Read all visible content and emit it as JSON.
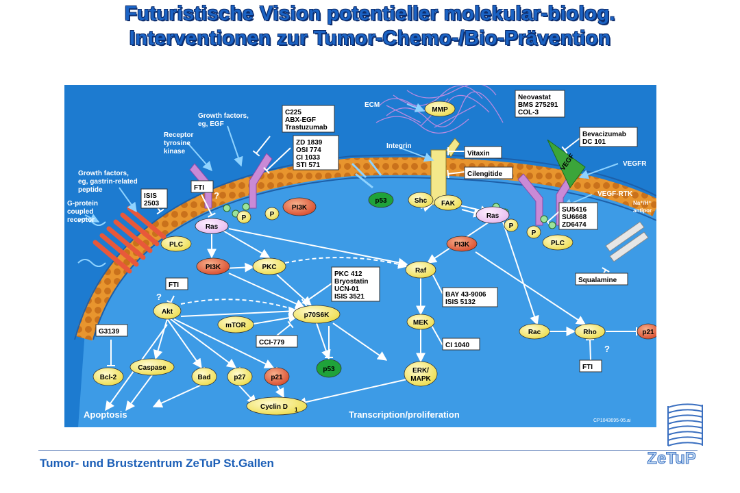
{
  "title": {
    "line1": "Futuristische Vision potentieller molekular-biolog.",
    "line2": "Interventionen zur Tumor-Chemo-/Bio-Prävention"
  },
  "footer": {
    "institution": "Tumor- und Brustzentrum ZeTuP St.Gallen"
  },
  "logo": {
    "text": "ZeTuP"
  },
  "diagram": {
    "labels": {
      "ecm": "ECM",
      "growth_factors_1": "Growth factors,",
      "growth_factors_2": "eg, EGF",
      "receptor_1": "Receptor",
      "receptor_2": "tyrosine",
      "receptor_3": "kinase",
      "gf_gastrin_1": "Growth factors,",
      "gf_gastrin_2": "eg, gastrin-related",
      "gf_gastrin_3": "peptide",
      "gpcr_1": "G-protein",
      "gpcr_2": "coupled",
      "gpcr_3": "receptor",
      "integrin": "Integrin",
      "vegfr": "VEGFR",
      "vegf_rtk": "VEGF-RTK",
      "antiport_1": "Na⁺/H⁺",
      "antiport_2": "antipor",
      "apoptosis": "Apoptosis",
      "transcription": "Transcription/proliferation",
      "code": "CP1043695-05.ai",
      "q1": "?",
      "q2": "?",
      "q3": "?"
    },
    "drug_boxes": {
      "mmp_inhib": [
        "Neovastat",
        "BMS 275291",
        "COL-3"
      ],
      "egfr_ab": [
        "C225",
        "ABX-EGF",
        "Trastuzumab"
      ],
      "egfr_tki": [
        "ZD 1839",
        "OSI 774",
        "CI 1033",
        "STI 571"
      ],
      "vitaxin": [
        "Vitaxin"
      ],
      "cilengitide": [
        "Cilengitide"
      ],
      "vegf_ab": [
        "Bevacizumab",
        "DC 101"
      ],
      "vegf_tki": [
        "SU5416",
        "SU6668",
        "ZD6474"
      ],
      "fti_1": [
        "FTI"
      ],
      "isis2503": [
        "ISIS",
        "2503"
      ],
      "pkc_inhib": [
        "PKC 412",
        "Bryostatin",
        "UCN-01",
        "ISIS 3521"
      ],
      "raf_inhib": [
        "BAY 43-9006",
        "ISIS 5132"
      ],
      "mek_inhib": [
        "CI 1040"
      ],
      "fti_2": [
        "FTI"
      ],
      "cci779": [
        "CCI-779"
      ],
      "g3139": [
        "G3139"
      ],
      "squalamine": [
        "Squalamine"
      ],
      "fti_3": [
        "FTI"
      ]
    },
    "nodes": {
      "mmp": "MMP",
      "ras1": "Ras",
      "plc1": "PLC",
      "pi3k1": "PI3K",
      "pkc": "PKC",
      "p_a": "P",
      "p_b": "P",
      "p_c": "P",
      "p_d": "P",
      "pi3k_r": "PI3K",
      "p53a": "p53",
      "shc": "Shc",
      "fak": "FAK",
      "ras2": "Ras",
      "pi3k2": "PI3K",
      "plc2": "PLC",
      "raf": "Raf",
      "mek": "MEK",
      "erk": "ERK/",
      "erk2": "MAPK",
      "akt": "Akt",
      "mtor": "mTOR",
      "p70": "p70S6K",
      "p53b": "p53",
      "caspase": "Caspase",
      "bad": "Bad",
      "p27": "p27",
      "p21a": "p21",
      "bcl2": "Bcl-2",
      "cyclin": "Cyclin D",
      "cyclin_sub": "1",
      "rac": "Rac",
      "rho": "Rho",
      "p21b": "p21",
      "vegf": "VEGF"
    },
    "colors": {
      "background": "#1e7fd4",
      "cell": "#3a9ae6",
      "membrane": "#e6922c",
      "node_yellow": "#f6ea6e",
      "node_red": "#e0573a",
      "node_green": "#22a33a",
      "receptor": "#c77fd0"
    }
  }
}
